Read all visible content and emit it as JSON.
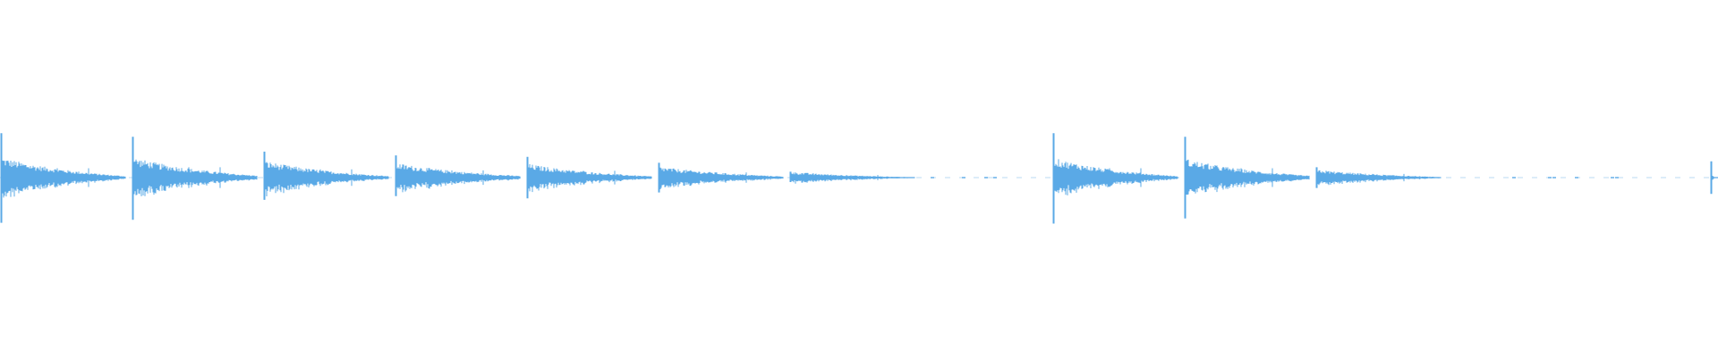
{
  "waveform": {
    "color": "#5aa9e6",
    "baseline_color": "#7fbdea",
    "events": [
      {
        "beat": 0,
        "peak_up": 0.6,
        "peak_down": 0.61,
        "body": 0.18,
        "decay": 0.45,
        "tail": 0.1
      },
      {
        "beat": 1,
        "peak_up": 0.55,
        "peak_down": 0.57,
        "body": 0.2,
        "decay": 0.5,
        "tail": 0.08
      },
      {
        "beat": 2,
        "peak_up": 0.35,
        "peak_down": 0.3,
        "body": 0.16,
        "decay": 0.5,
        "tail": 0.07
      },
      {
        "beat": 3,
        "peak_up": 0.3,
        "peak_down": 0.25,
        "body": 0.14,
        "decay": 0.55,
        "tail": 0.06
      },
      {
        "beat": 4,
        "peak_up": 0.28,
        "peak_down": 0.28,
        "body": 0.13,
        "decay": 0.5,
        "tail": 0.06
      },
      {
        "beat": 5,
        "peak_up": 0.2,
        "peak_down": 0.2,
        "body": 0.1,
        "decay": 0.55,
        "tail": 0.05
      },
      {
        "beat": 6,
        "peak_up": 0.08,
        "peak_down": 0.06,
        "body": 0.05,
        "decay": 0.45,
        "tail": 0.03
      },
      {
        "beat": 8,
        "peak_up": 0.6,
        "peak_down": 0.62,
        "body": 0.18,
        "decay": 0.45,
        "tail": 0.09
      },
      {
        "beat": 9,
        "peak_up": 0.55,
        "peak_down": 0.55,
        "body": 0.18,
        "decay": 0.5,
        "tail": 0.08
      },
      {
        "beat": 10,
        "peak_up": 0.14,
        "peak_down": 0.14,
        "body": 0.07,
        "decay": 0.45,
        "tail": 0.04
      },
      {
        "beat": 13,
        "peak_up": 0.22,
        "peak_down": 0.22,
        "body": 0.14,
        "decay": 0.15,
        "tail": 0.0
      }
    ]
  }
}
